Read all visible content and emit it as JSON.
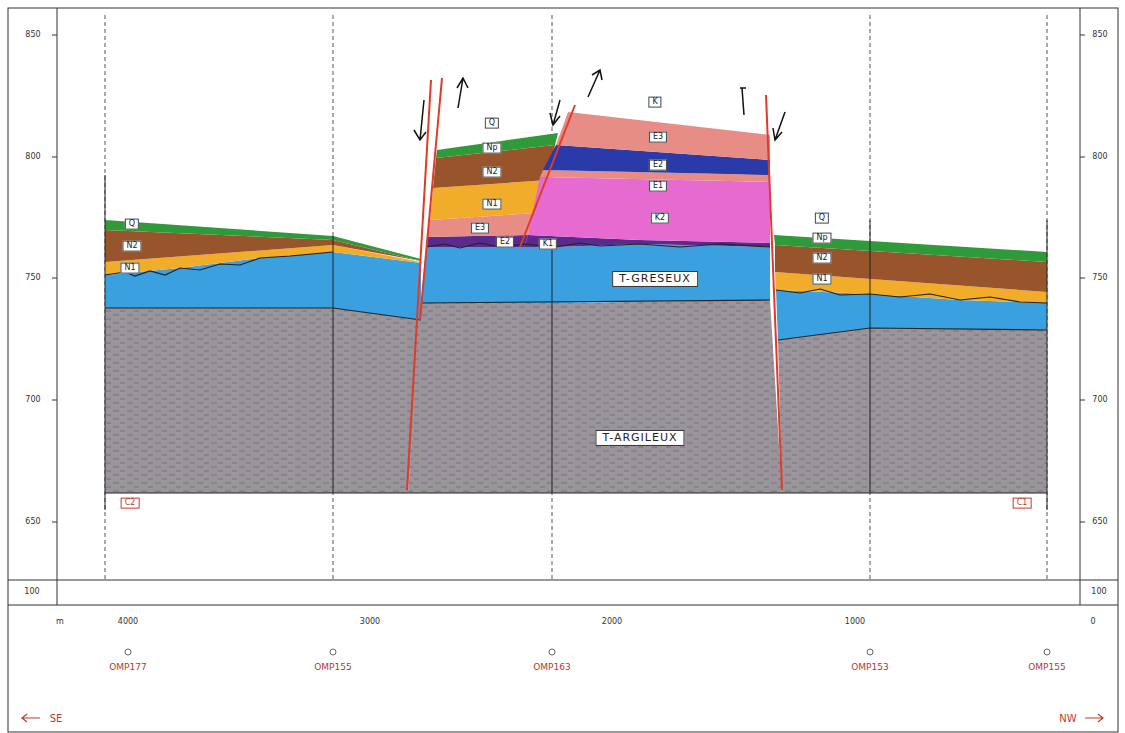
{
  "diagram": {
    "labels": [
      "Q",
      "N2",
      "N1",
      "Q",
      "Np",
      "N2",
      "N1",
      "E3",
      "E2",
      "K",
      "E3",
      "E2",
      "E1",
      "K2",
      "K1",
      "Q",
      "Np",
      "N2",
      "N1",
      "T-GRESEUX",
      "T-ARGILEUX",
      "C2",
      "C1",
      "850",
      "800",
      "750",
      "700",
      "650",
      "850",
      "800",
      "750",
      "700",
      "650",
      "100",
      "100",
      "m",
      "4000",
      "3000",
      "2000",
      "1000",
      "0",
      "OMP177",
      "OMP155",
      "OMP163",
      "OMP153",
      "OMP155",
      "SE",
      "NW"
    ]
  }
}
